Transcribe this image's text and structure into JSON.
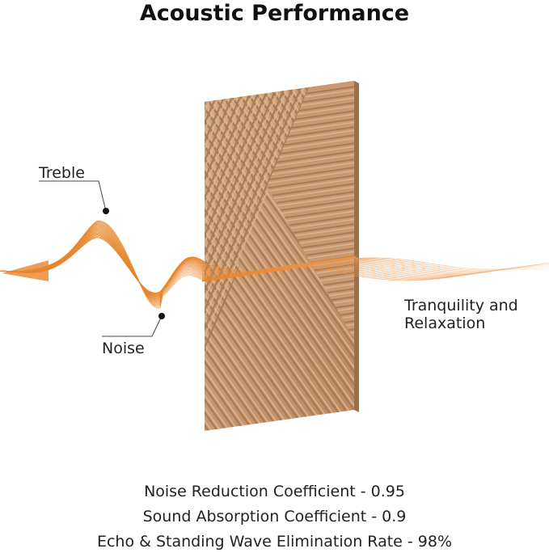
{
  "title": "Acoustic Performance",
  "labels": {
    "treble": "Treble",
    "noise": "Noise",
    "tranquility_line1": "Tranquility and",
    "tranquility_line2": "Relaxation"
  },
  "metrics": [
    "Noise Reduction Coefficient - 0.95",
    "Sound Absorption Coefficient - 0.9",
    "Echo & Standing Wave Elimination Rate - 98%"
  ],
  "colors": {
    "wave": "#e8852a",
    "wave_light": "#f3b27a",
    "wood": "#c99a72",
    "wood_dark": "#a97a55",
    "wood_light": "#dcb590",
    "callout": "#111111"
  },
  "icons": {
    "panel": "wood-acoustic-panel-icon",
    "wave": "sound-wave-icon"
  }
}
